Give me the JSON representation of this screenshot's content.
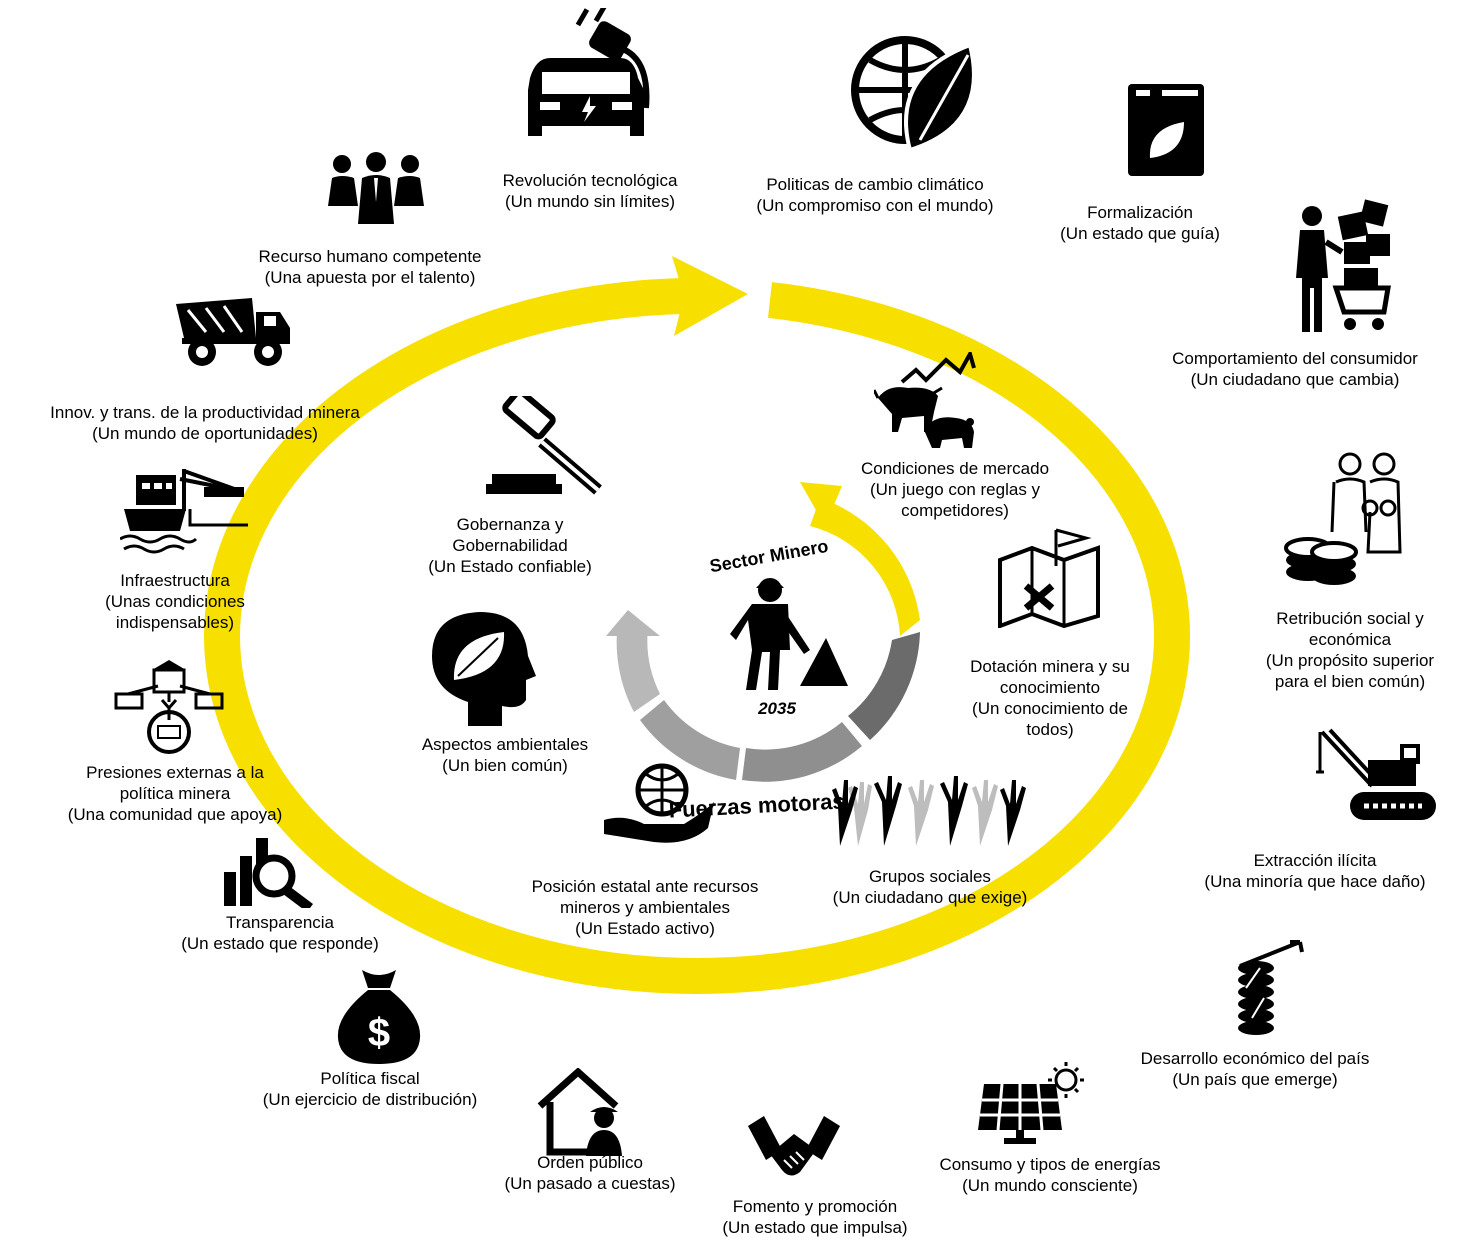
{
  "center": {
    "title": "Sector Minero",
    "year": "2035"
  },
  "ring_label": "Fuerzas motoras",
  "colors": {
    "ring": "#f7e000",
    "grey_dark": "#6b6b6b",
    "grey_mid": "#8f8f8f",
    "grey_light": "#b8b8b8",
    "icon": "#000000"
  },
  "outer_forces": [
    {
      "icon": "electric-car-icon",
      "line1": "Revolución tecnológica",
      "line2": "(Un mundo sin límites)"
    },
    {
      "icon": "globe-leaf-icon",
      "line1": "Politicas de cambio climático",
      "line2": "(Un compromiso con el mundo)"
    },
    {
      "icon": "book-leaf-icon",
      "line1": "Formalización",
      "line2": "(Un estado que guía)"
    },
    {
      "icon": "shopping-cart-icon",
      "line1": "Comportamiento del consumidor",
      "line2": "(Un ciudadano que cambia)"
    },
    {
      "icon": "family-coins-icon",
      "line1": "Retribución social y",
      "line2": "económica",
      "line3": "(Un propósito superior",
      "line4": "para el bien común)"
    },
    {
      "icon": "excavator-crane-icon",
      "line1": "Extracción ilícita",
      "line2": "(Una minoría que hace daño)"
    },
    {
      "icon": "coins-growth-icon",
      "line1": "Desarrollo económico del país",
      "line2": "(Un país que emerge)"
    },
    {
      "icon": "solar-panel-icon",
      "line1": "Consumo y tipos de energías",
      "line2": "(Un mundo consciente)"
    },
    {
      "icon": "handshake-icon",
      "line1": "Fomento y promoción",
      "line2": "(Un estado que impulsa)"
    },
    {
      "icon": "house-guard-icon",
      "line1": "Orden público",
      "line2": "(Un pasado a cuestas)"
    },
    {
      "icon": "money-bag-icon",
      "line1": "Política fiscal",
      "line2": "(Un ejercicio de distribución)"
    },
    {
      "icon": "chart-magnifier-icon",
      "line1": "Transparencia",
      "line2": "(Un estado que responde)"
    },
    {
      "icon": "organization-pressure-icon",
      "line1": "Presiones externas a la",
      "line2": "política minera",
      "line3": "(Una comunidad que apoya)"
    },
    {
      "icon": "port-ship-crane-icon",
      "line1": "Infraestructura",
      "line2": "(Unas condiciones",
      "line3": "indispensables)"
    },
    {
      "icon": "dump-truck-icon",
      "line1": "Innov. y trans. de la productividad minera",
      "line2": "(Un mundo de oportunidades)"
    },
    {
      "icon": "business-team-icon",
      "line1": "Recurso humano competente",
      "line2": "(Una apuesta por el talento)"
    }
  ],
  "inner_forces": [
    {
      "icon": "bull-bear-market-icon",
      "line1": "Condiciones de mercado",
      "line2": "(Un juego con reglas y",
      "line3": "competidores)"
    },
    {
      "icon": "map-location-icon",
      "line1": "Dotación minera y su",
      "line2": "conocimiento",
      "line3": "(Un conocimiento de",
      "line4": "todos)"
    },
    {
      "icon": "raised-hands-icon",
      "line1": "Grupos sociales",
      "line2": "(Un ciudadano que exige)"
    },
    {
      "icon": "hand-globe-icon",
      "line1": "Posición estatal ante recursos",
      "line2": "mineros y ambientales",
      "line3": "(Un Estado activo)"
    },
    {
      "icon": "head-leaf-icon",
      "line1": "Aspectos ambientales",
      "line2": "(Un bien común)"
    },
    {
      "icon": "gavel-icon",
      "line1": "Gobernanza y",
      "line2": "Gobernabilidad",
      "line3": "(Un Estado confiable)"
    }
  ]
}
